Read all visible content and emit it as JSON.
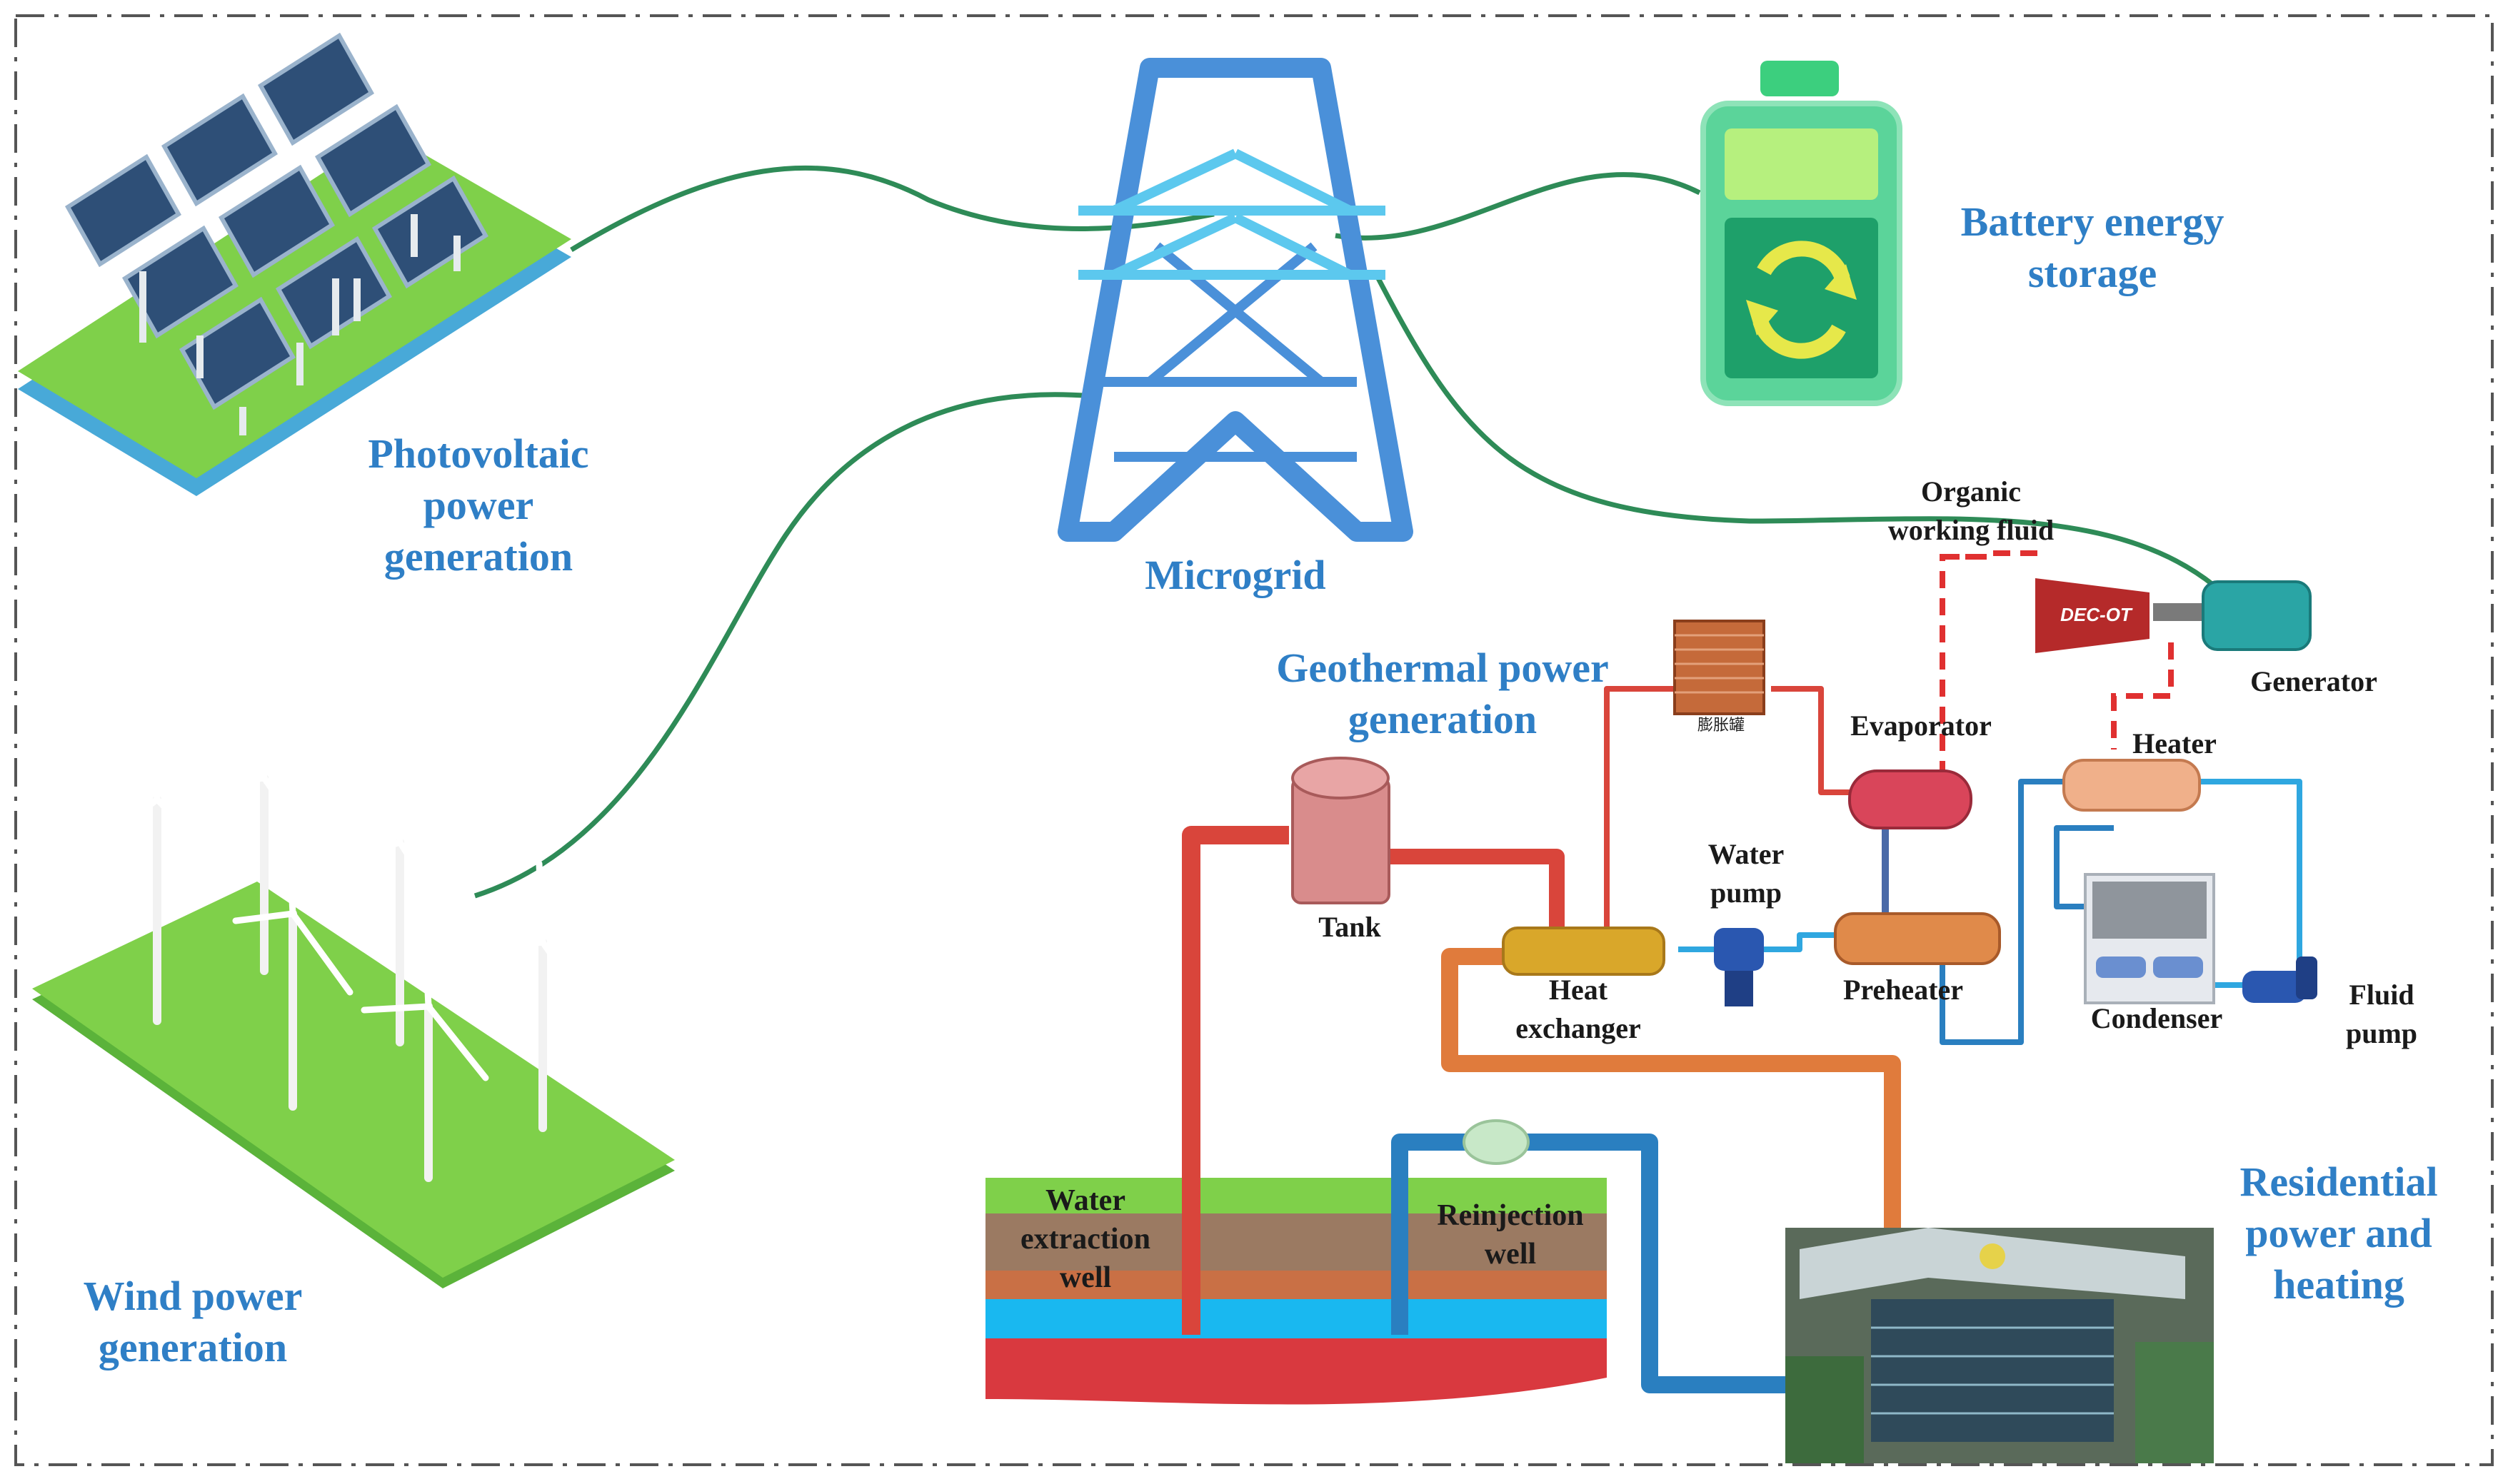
{
  "labels": {
    "photovoltaic": [
      "Photovoltaic",
      "power",
      "generation"
    ],
    "microgrid": "Microgrid",
    "battery": [
      "Battery energy",
      "storage"
    ],
    "wind": [
      "Wind power",
      "generation"
    ],
    "geothermal": [
      "Geothermal power",
      "generation"
    ],
    "residential": [
      "Residential",
      "power and",
      "heating"
    ],
    "organic_fluid": [
      "Organic",
      "working fluid"
    ],
    "generator": "Generator",
    "evaporator": "Evaporator",
    "heater": "Heater",
    "water_pump": [
      "Water",
      "pump"
    ],
    "tank": "Tank",
    "heat_exchanger": [
      "Heat",
      "exchanger"
    ],
    "preheater": "Preheater",
    "condenser": "Condenser",
    "fluid_pump": [
      "Fluid",
      "pump"
    ],
    "water_extraction_well": [
      "Water",
      "extraction",
      "well"
    ],
    "reinjection_well": [
      "Reinjection",
      "well"
    ],
    "expansion_tank": "膨胀罐",
    "turbine": "DEC-OT"
  },
  "colors": {
    "label_blue": "#2f7fc6",
    "power_line": "#2e8b57",
    "hot_pipe": "#d9453b",
    "warm_pipe": "#e07b3c",
    "cold_pipe": "#2a7fc0",
    "light_pipe": "#2fa7e0",
    "organic_dash": "#e03030",
    "grass": "#6cc24a",
    "tower": "#4a90d9",
    "battery": "#5bd49a"
  }
}
